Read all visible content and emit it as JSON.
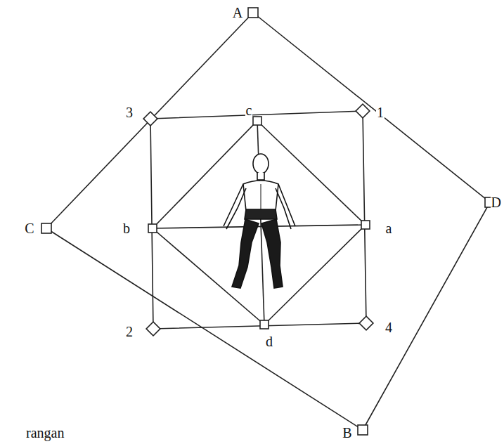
{
  "diagram": {
    "labels": [
      "A",
      "3",
      "c",
      "1",
      "C",
      "b",
      "a",
      "D",
      "2",
      "d",
      "4",
      "B",
      "rangan"
    ]
  }
}
